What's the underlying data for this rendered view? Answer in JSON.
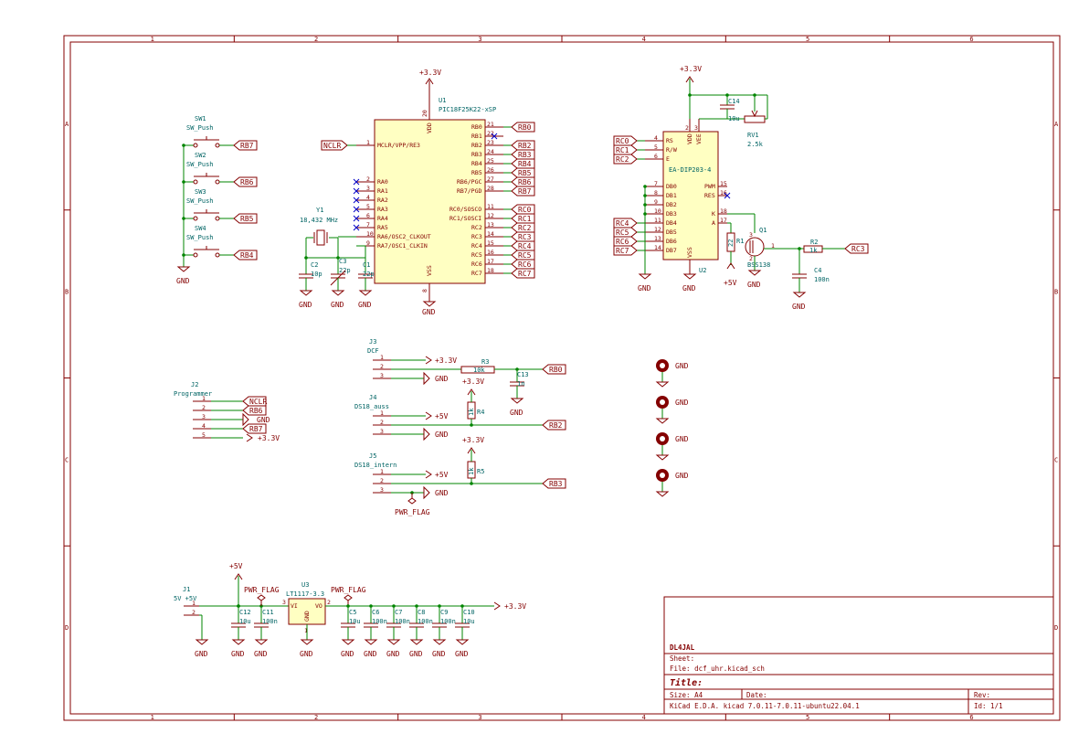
{
  "sheet": {
    "columns": [
      "1",
      "2",
      "3",
      "4",
      "5",
      "6"
    ],
    "rows": [
      "A",
      "B",
      "C",
      "D"
    ],
    "colors": {
      "frame": "#840000",
      "wire": "#008400",
      "body": "#ffffc2",
      "label": "#840000",
      "ref": "#006464",
      "nc": "#0000c8"
    }
  },
  "power": {
    "v33": "+3.3V",
    "v5": "+5V",
    "gnd": "GND",
    "pwr_flag": "PWR_FLAG"
  },
  "u1": {
    "ref": "U1",
    "value": "PIC18F25K22-xSP",
    "left_pins": [
      {
        "num": "1",
        "name": "MCLR/VPP/RE3"
      },
      {
        "num": "2",
        "name": "RA0"
      },
      {
        "num": "3",
        "name": "RA1"
      },
      {
        "num": "4",
        "name": "RA2"
      },
      {
        "num": "5",
        "name": "RA3"
      },
      {
        "num": "6",
        "name": "RA4"
      },
      {
        "num": "7",
        "name": "RA5"
      },
      {
        "num": "10",
        "name": "RA6/OSC2_CLKOUT"
      },
      {
        "num": "9",
        "name": "RA7/OSC1_CLKIN"
      }
    ],
    "right_pins": [
      {
        "num": "21",
        "name": "RB0"
      },
      {
        "num": "22",
        "name": "RB1"
      },
      {
        "num": "23",
        "name": "RB2"
      },
      {
        "num": "24",
        "name": "RB3"
      },
      {
        "num": "25",
        "name": "RB4"
      },
      {
        "num": "26",
        "name": "RB5"
      },
      {
        "num": "27",
        "name": "RB6/PGC"
      },
      {
        "num": "28",
        "name": "RB7/PGD"
      },
      {
        "num": "11",
        "name": "RC0/SOSCO"
      },
      {
        "num": "12",
        "name": "RC1/SOSCI"
      },
      {
        "num": "13",
        "name": "RC2"
      },
      {
        "num": "14",
        "name": "RC3"
      },
      {
        "num": "15",
        "name": "RC4"
      },
      {
        "num": "16",
        "name": "RC5"
      },
      {
        "num": "17",
        "name": "RC6"
      },
      {
        "num": "18",
        "name": "RC7"
      }
    ],
    "right_labels": [
      "RB0",
      "",
      "RB2",
      "RB3",
      "RB4",
      "RB5",
      "RB6",
      "RB7",
      "RC0",
      "RC1",
      "RC2",
      "RC3",
      "RC4",
      "RC5",
      "RC6",
      "RC7"
    ],
    "vdd": {
      "num": "20",
      "name": "VDD"
    },
    "vss": {
      "num": "8",
      "name": "VSS"
    },
    "mclr_label": "NCLR"
  },
  "crystal": {
    "y1_ref": "Y1",
    "y1_val": "18,432 MHz",
    "c2_ref": "C2",
    "c2_val": "10p",
    "c3_ref": "C3",
    "c3_val": "22p",
    "c1_ref": "C1",
    "c1_val": "22p"
  },
  "switches": [
    {
      "ref": "SW1",
      "value": "SW_Push",
      "net": "RB7"
    },
    {
      "ref": "SW2",
      "value": "SW_Push",
      "net": "RB6"
    },
    {
      "ref": "SW3",
      "value": "SW_Push",
      "net": "RB5"
    },
    {
      "ref": "SW4",
      "value": "SW_Push",
      "net": "RB4"
    }
  ],
  "u2": {
    "ref": "U2",
    "value": "EA-DIP203-4",
    "left_pins": [
      {
        "num": "4",
        "name": "RS"
      },
      {
        "num": "5",
        "name": "R/W"
      },
      {
        "num": "6",
        "name": "E"
      },
      {
        "num": "7",
        "name": "DB0"
      },
      {
        "num": "8",
        "name": "DB1"
      },
      {
        "num": "9",
        "name": "DB2"
      },
      {
        "num": "10",
        "name": "DB3"
      },
      {
        "num": "11",
        "name": "DB4"
      },
      {
        "num": "12",
        "name": "DB5"
      },
      {
        "num": "13",
        "name": "DB6"
      },
      {
        "num": "14",
        "name": "DB7"
      }
    ],
    "left_labels": [
      "RC0",
      "RC1",
      "RC2",
      "",
      "",
      "",
      "",
      "RC4",
      "RC5",
      "RC6",
      "RC7"
    ],
    "right_pins": [
      {
        "num": "15",
        "name": "PWM"
      },
      {
        "num": "16",
        "name": "RES"
      },
      {
        "num": "18",
        "name": "K"
      },
      {
        "num": "17",
        "name": "A"
      }
    ],
    "top_pins": [
      {
        "num": "2",
        "name": "VDD"
      },
      {
        "num": "3",
        "name": "VEE"
      }
    ],
    "bottom_pin": {
      "num": "1",
      "name": "VSS"
    }
  },
  "lcd_parts": {
    "c14_ref": "C14",
    "c14_val": "10u",
    "rv1_ref": "RV1",
    "rv1_val": "2.5k",
    "r1_ref": "R1",
    "r1_val": "22",
    "q1_ref": "Q1",
    "q1_val": "BSS138",
    "r2_ref": "R2",
    "r2_val": "1k",
    "c4_ref": "C4",
    "c4_val": "100n",
    "r2_net": "RC3",
    "q_pins": [
      "1",
      "2",
      "3"
    ]
  },
  "connectors": {
    "j3": {
      "ref": "J3",
      "value": "DCF",
      "pins": [
        "1",
        "2",
        "3"
      ],
      "r_ref": "R3",
      "r_val": "10k",
      "c_ref": "C13",
      "c_val": "1n",
      "net": "RB0"
    },
    "j4": {
      "ref": "J4",
      "value": "DS18_auss",
      "pins": [
        "1",
        "2",
        "3"
      ],
      "r_ref": "R4",
      "r_val": "1k",
      "net": "RB2"
    },
    "j5": {
      "ref": "J5",
      "value": "DS18_intern",
      "pins": [
        "1",
        "2",
        "3"
      ],
      "r_ref": "R5",
      "r_val": "1k",
      "net": "RB3"
    },
    "j2": {
      "ref": "J2",
      "value": "Programmer",
      "pins": [
        "1",
        "2",
        "3",
        "4",
        "5"
      ],
      "nets": [
        "NCLR",
        "RB6",
        "GND",
        "RB7",
        "+3.3V"
      ]
    },
    "j1": {
      "ref": "J1",
      "value": "5V +5V",
      "pins": [
        "1",
        "2"
      ]
    }
  },
  "power_section": {
    "u3_ref": "U3",
    "u3_val": "LT1117-3.3",
    "u3_pins": {
      "vi": "VI",
      "vo": "VO",
      "gnd": "GND",
      "n1": "1",
      "n2": "2",
      "n3": "3"
    },
    "caps_in": [
      {
        "ref": "C12",
        "val": "10u"
      },
      {
        "ref": "C11",
        "val": "100n"
      }
    ],
    "caps_out": [
      {
        "ref": "C5",
        "val": "10u"
      },
      {
        "ref": "C6",
        "val": "100n"
      },
      {
        "ref": "C7",
        "val": "100n"
      },
      {
        "ref": "C8",
        "val": "100n"
      },
      {
        "ref": "C9",
        "val": "100n"
      },
      {
        "ref": "C10",
        "val": "10u"
      }
    ]
  },
  "mounting": {
    "labels": [
      "GND",
      "GND",
      "GND",
      "GND"
    ]
  },
  "title_block": {
    "company": "DL4JAL",
    "sheet": "Sheet: ",
    "file": "File: dcf_uhr.kicad_sch",
    "title": "Title:",
    "size": "Size: A4",
    "date": "Date:",
    "rev": "Rev:",
    "tool": "KiCad E.D.A.  kicad 7.0.11-7.0.11-ubuntu22.04.1",
    "id": "Id: 1/1"
  }
}
